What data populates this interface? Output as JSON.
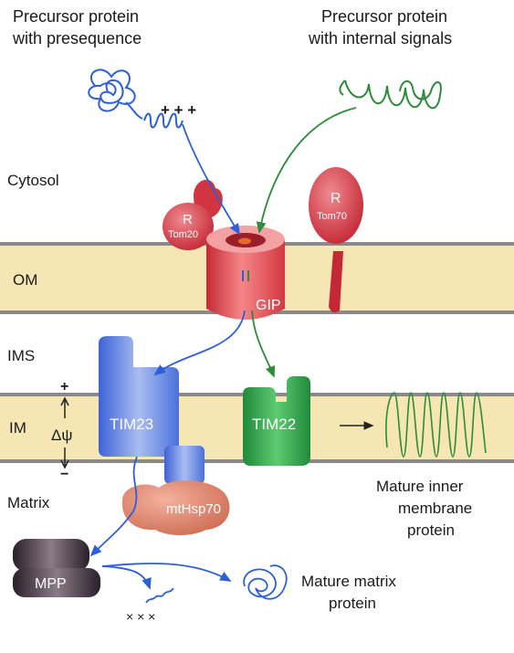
{
  "titles": {
    "left_line1": "Precursor protein",
    "left_line2": "with presequence",
    "right_line1": "Precursor protein",
    "right_line2": "with internal signals"
  },
  "compartments": {
    "cytosol": "Cytosol",
    "om": "OM",
    "ims": "IMS",
    "im": "IM",
    "matrix": "Matrix"
  },
  "charges": {
    "presequence": "+ + +",
    "membrane_plus": "+",
    "membrane_minus": "−",
    "delta_psi": "Δψ",
    "cleaved": "× × ×"
  },
  "components": {
    "r_left": "R",
    "tom20": "Tom20",
    "r_right": "R",
    "tom70": "Tom70",
    "gip": "GIP",
    "tim23": "TIM23",
    "tim22": "TIM22",
    "mthsp70": "mtHsp70",
    "mpp": "MPP"
  },
  "outputs": {
    "inner_line1": "Mature inner",
    "inner_line2": "membrane",
    "inner_line3": "protein",
    "matrix_line1": "Mature matrix",
    "matrix_line2": "protein"
  },
  "colors": {
    "membrane_fill": "#f6e6b4",
    "membrane_line": "#8a8a8a",
    "tom_red": "#e8474f",
    "tim23_blue": "#5a7fe0",
    "tim22_green": "#2fa24a",
    "mthsp70_salmon": "#e08a72",
    "mpp_dark": "#3a2c3a",
    "blue_path": "#2d5fd8",
    "green_path": "#2e8b3a"
  }
}
